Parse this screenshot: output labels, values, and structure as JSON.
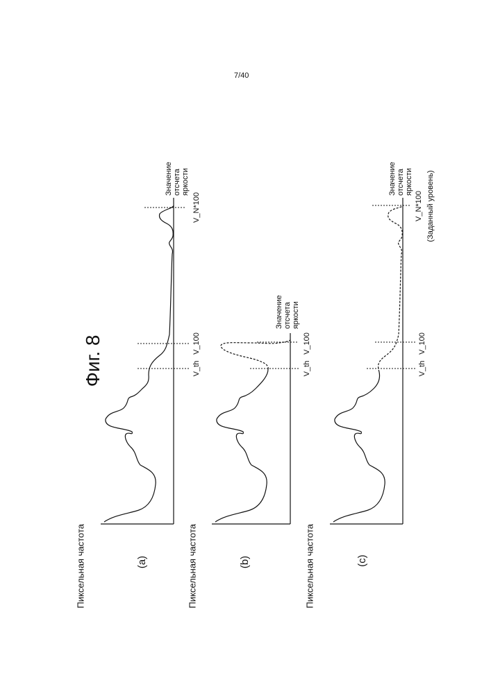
{
  "page": {
    "page_number": "7/40",
    "figure_title": "Фиг. 8"
  },
  "panels": [
    {
      "label": "(a)",
      "y_axis_label": "Пиксельная частота",
      "x_axis_label": [
        "Значение",
        "отсчета",
        "яркости"
      ],
      "markers": [
        "V_th",
        "V_100",
        "V_N*100"
      ],
      "curve_style": "solid"
    },
    {
      "label": "(b)",
      "y_axis_label": "Пиксельная частота",
      "x_axis_label": [
        "Значение",
        "отсчета",
        "яркости"
      ],
      "markers": [
        "V_th",
        "V_100"
      ],
      "curve_style": "solid then dashed after V_th"
    },
    {
      "label": "(c)",
      "y_axis_label": "Пиксельная частота",
      "x_axis_label": [
        "Значение",
        "отсчета",
        "яркости"
      ],
      "markers": [
        "V_th",
        "V_100",
        "V_N*100",
        "(Заданный уровень)"
      ],
      "curve_style": "solid then dashed after V_th"
    }
  ]
}
